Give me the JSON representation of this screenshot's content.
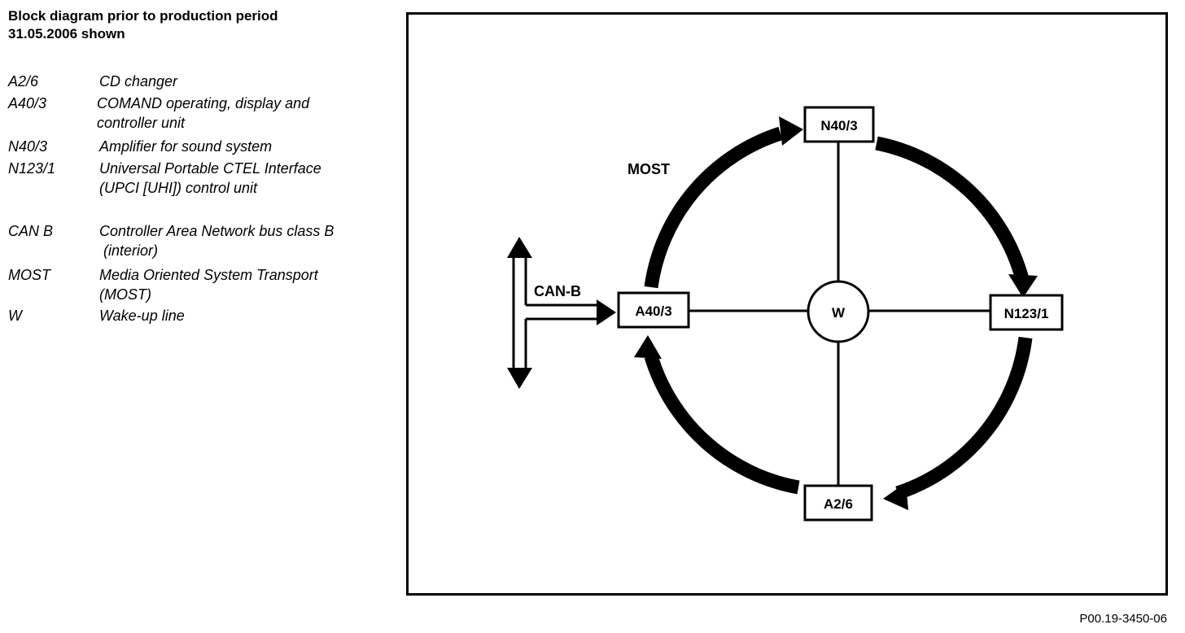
{
  "title": {
    "line1": "Block diagram prior to production period",
    "line2": "31.05.2006 shown"
  },
  "legend": [
    {
      "term": "A2/6",
      "lines": [
        "CD changer"
      ]
    },
    {
      "term": "A40/3",
      "lines": [
        "COMAND operating, display and",
        "controller unit"
      ]
    },
    {
      "term": "N40/3",
      "lines": [
        "Amplifier for sound system"
      ]
    },
    {
      "term": "N123/1",
      "lines": [
        "Universal Portable CTEL Interface",
        "(UPCI [UHI]) control unit"
      ]
    },
    {
      "term": "CAN B",
      "lines": [
        "Controller Area Network bus class B",
        " (interior)"
      ]
    },
    {
      "term": "MOST",
      "lines": [
        "Media Oriented System Transport",
        "(MOST)"
      ]
    },
    {
      "term": "W",
      "lines": [
        "Wake-up line"
      ]
    }
  ],
  "diagram": {
    "nodes": {
      "top": "N40/3",
      "left": "A40/3",
      "right": "N123/1",
      "bottom": "A2/6",
      "center": "W"
    },
    "labels": {
      "most": "MOST",
      "can": "CAN-B"
    }
  },
  "figure_ref": "P00.19-3450-06"
}
